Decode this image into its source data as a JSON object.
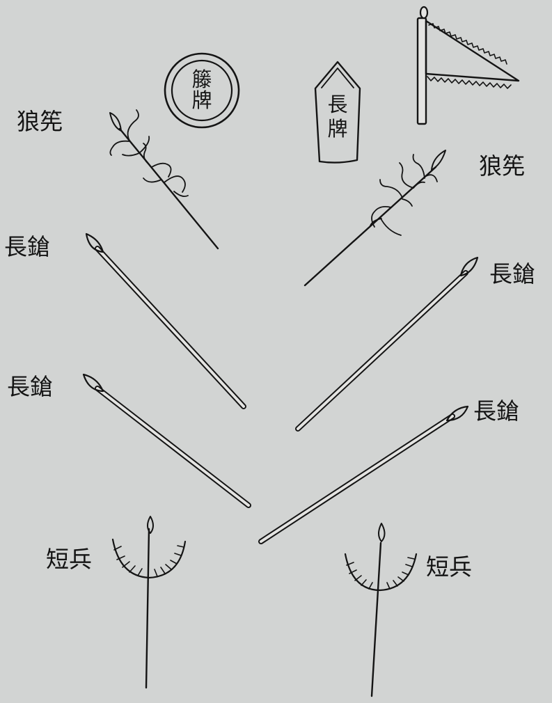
{
  "background_color": "#d2d4d3",
  "ink_color": "#141414",
  "labels": {
    "langxian_left": "狼筅",
    "langxian_right": "狼筅",
    "changqiang_left_1": "長鎗",
    "changqiang_left_2": "長鎗",
    "changqiang_right_1": "長鎗",
    "changqiang_right_2": "長鎗",
    "duanbing_left": "短兵",
    "duanbing_right": "短兵"
  },
  "shields": {
    "round_line1": "籐",
    "round_line2": "牌",
    "long_line1": "長",
    "long_line2": "牌"
  },
  "icons": {
    "flag": "triangular-banner-icon",
    "round_shield": "round-rattan-shield-icon",
    "long_shield": "long-shield-icon",
    "spear": "spear-icon",
    "wolf_brush": "wolf-brush-icon",
    "trident": "short-weapon-trident-icon"
  }
}
